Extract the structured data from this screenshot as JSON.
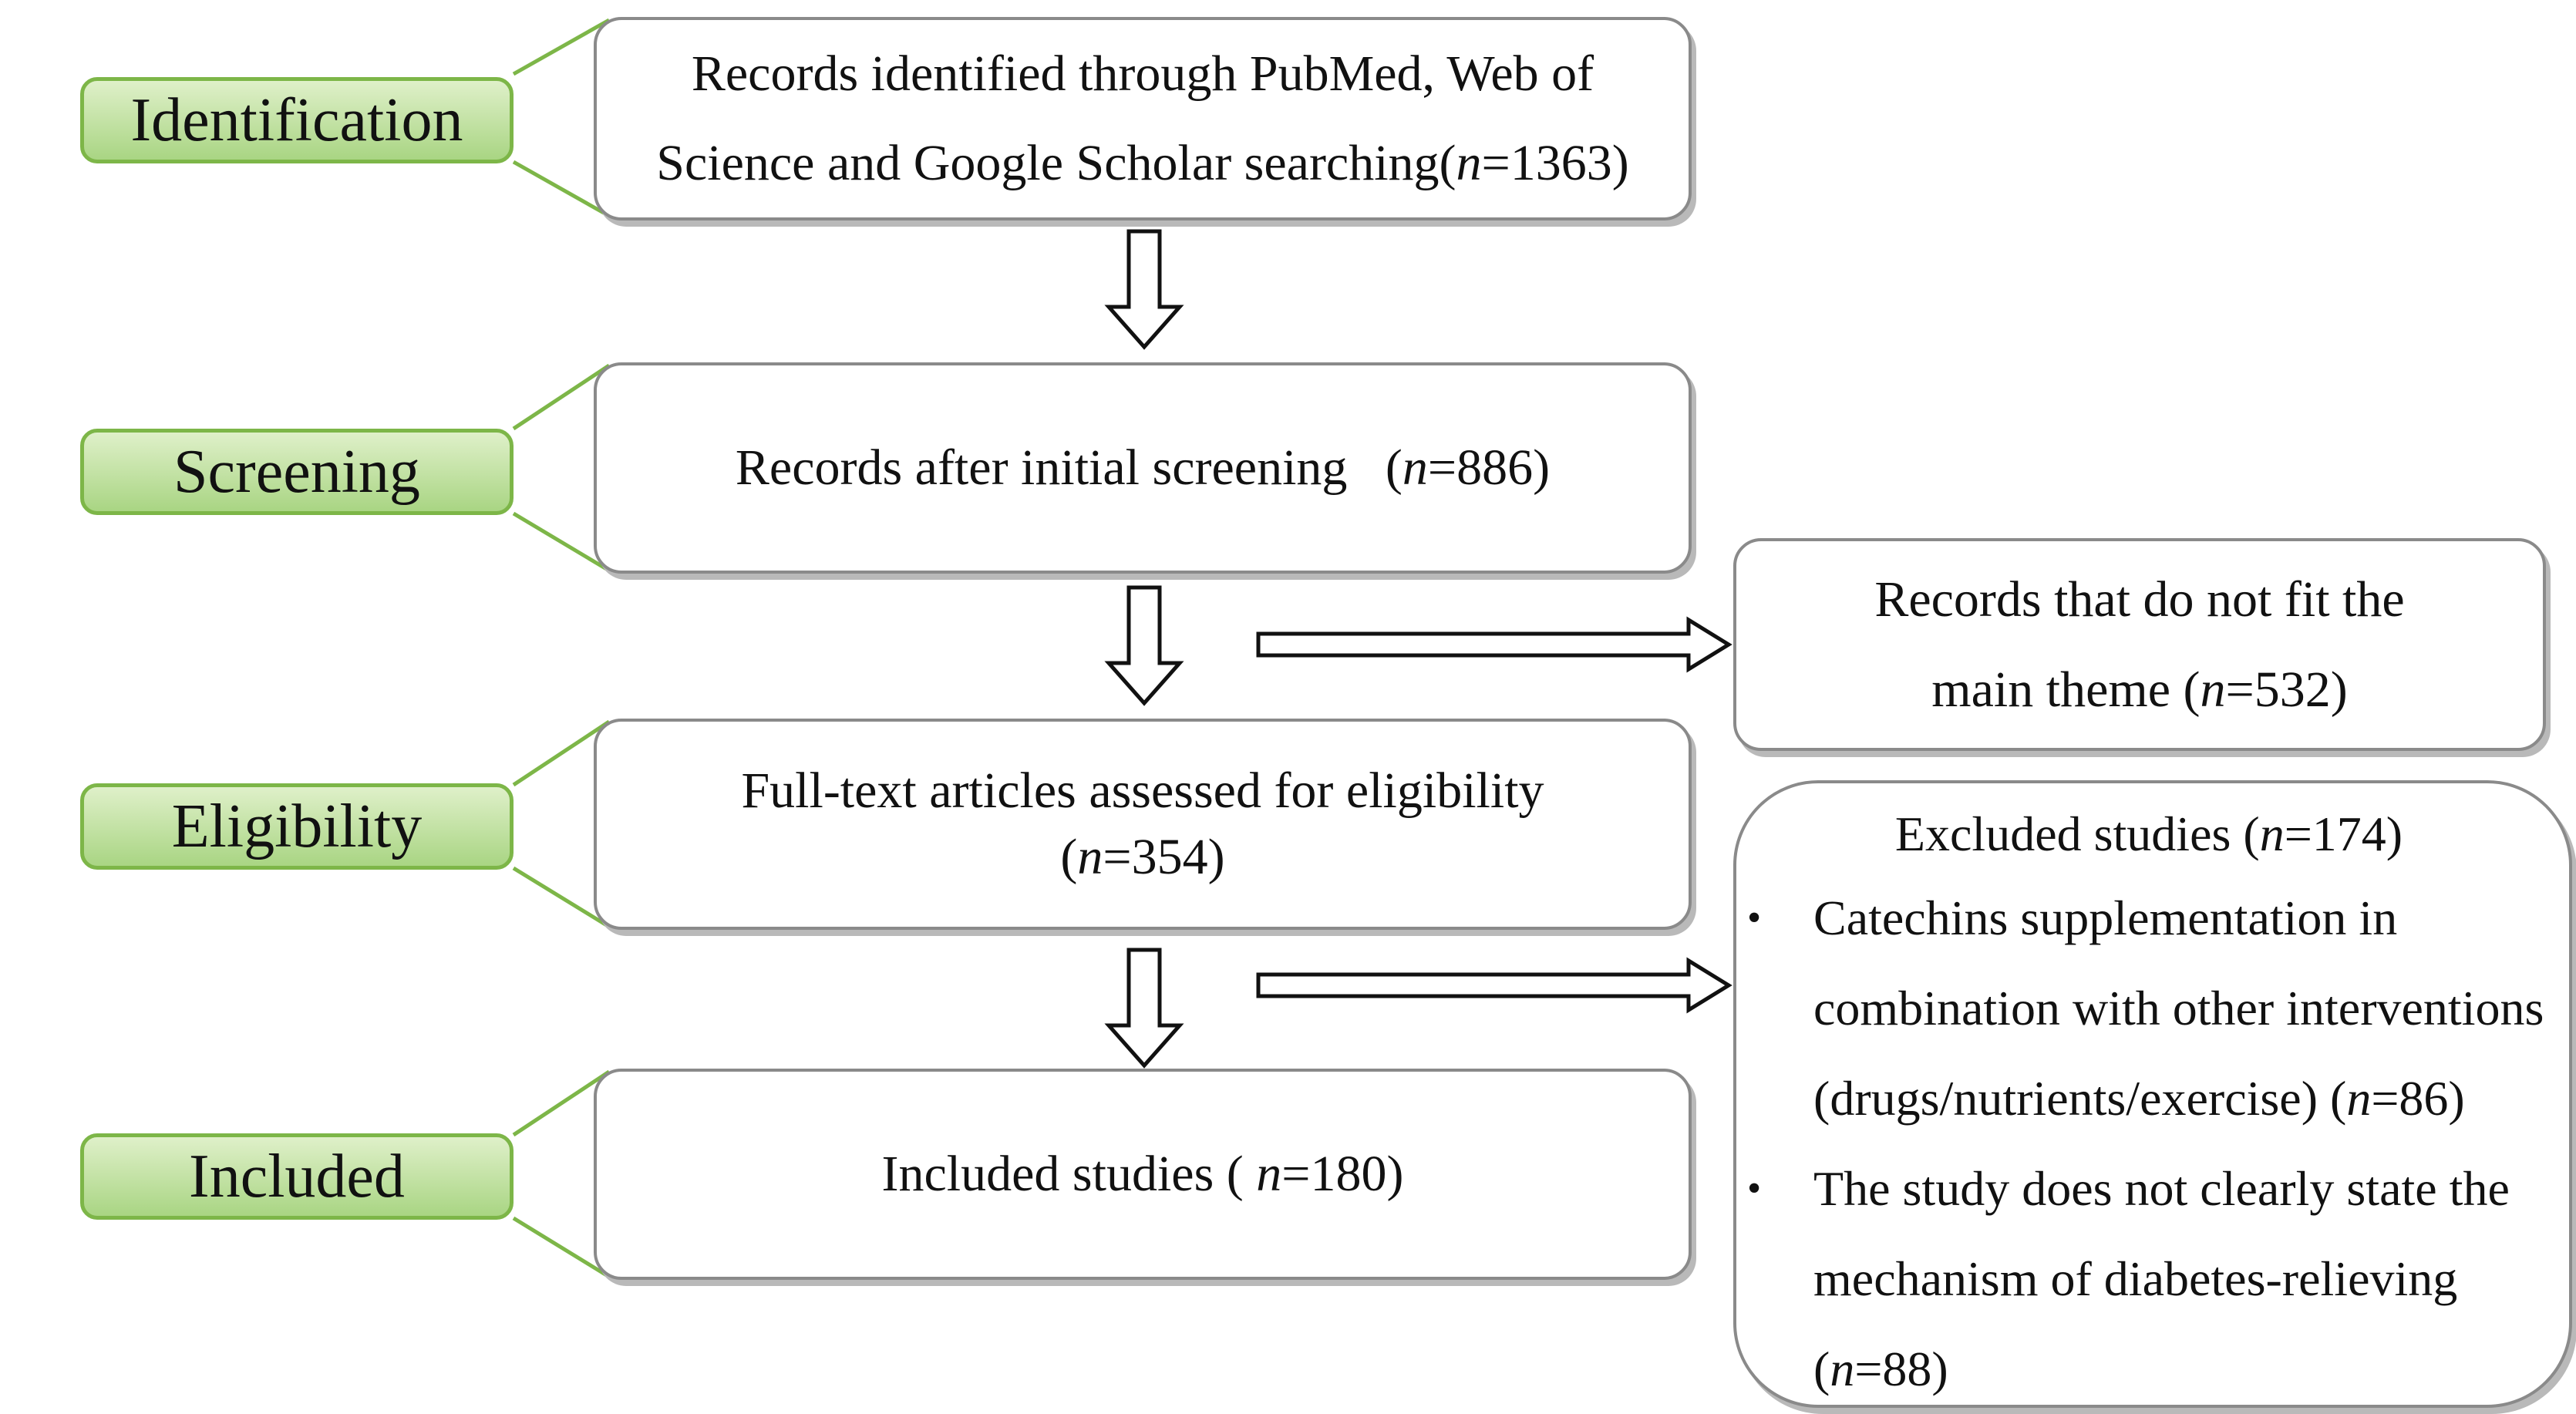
{
  "stages": {
    "identification": "Identification",
    "screening": "Screening",
    "eligibility": "Eligibility",
    "included": "Included"
  },
  "boxes": {
    "identified": {
      "line1": "Records identified through PubMed, Web of",
      "line2_text": "Science and Google Scholar searching(",
      "n_symbol": "n",
      "line2_count": "=1363)"
    },
    "screened": {
      "text": "Records after initial screening   (",
      "n_symbol": "n",
      "count": "=886)"
    },
    "fulltext": {
      "line1": "Full-text articles assessed for eligibility",
      "line2_open": "(",
      "n_symbol": "n",
      "line2_count": "=354)"
    },
    "included": {
      "text": "Included studies ( ",
      "n_symbol": "n",
      "count": "=180)"
    }
  },
  "side_boxes": {
    "not_fit": {
      "line1": "Records that do not fit the",
      "line2_text": "main theme (",
      "n_symbol": "n",
      "line2_count": "=532)"
    },
    "excluded": {
      "header_text": "Excluded studies (",
      "n_symbol": "n",
      "header_count": "=174)",
      "items": [
        {
          "lines": [
            "Catechins supplementation in",
            "combination with other interventions"
          ],
          "last_line_text": "(drugs/nutrients/exercise) (",
          "n_symbol": "n",
          "count": "=86)"
        },
        {
          "lines": [
            "The study does not clearly state the",
            "mechanism of diabetes-relieving"
          ],
          "last_line_text": "(",
          "n_symbol": "n",
          "count": "=88)"
        }
      ]
    }
  },
  "colors": {
    "stage_fill_top": "#dff0c9",
    "stage_fill_bottom": "#a9d583",
    "stage_border": "#7db648",
    "box_border": "#8a8a8a",
    "arrow_stroke": "#111111"
  }
}
